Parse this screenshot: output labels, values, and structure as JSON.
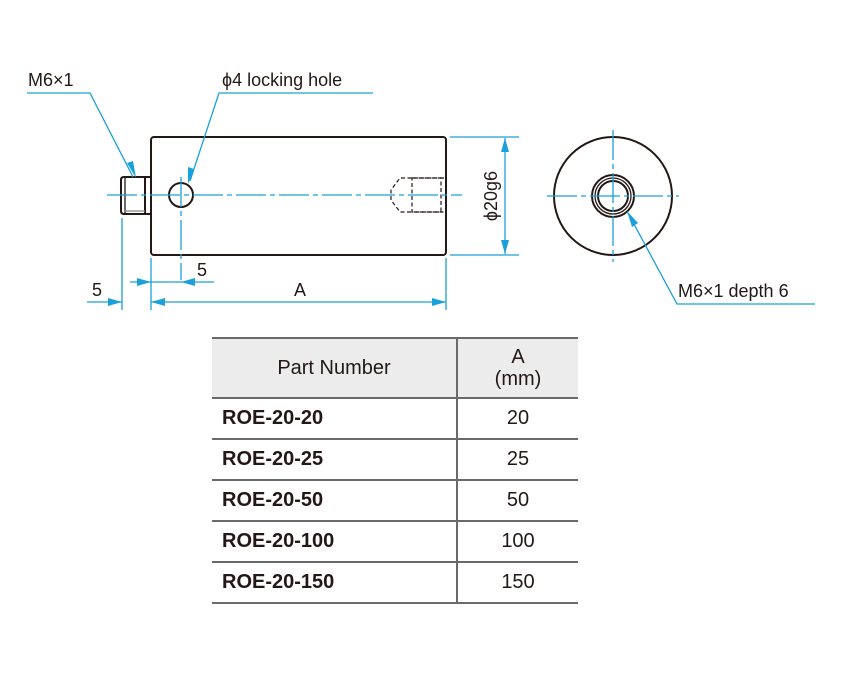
{
  "drawing": {
    "callouts": {
      "thread_stud": "M6×1",
      "locking_hole": "ϕ4 locking hole",
      "tapped_hole": "M6×1 depth 6"
    },
    "dimensions": {
      "diameter": "ϕ20g6",
      "stud_length": "5",
      "hole_offset": "5",
      "body_length": "A"
    },
    "colors": {
      "outline": "#231815",
      "dimension": "#1aa0db",
      "table_rule": "#6a6a6a",
      "table_header_bg": "#ececec"
    }
  },
  "table": {
    "headers": {
      "part_number": "Part Number",
      "a_label": "A",
      "a_unit": "(mm)"
    },
    "rows": [
      {
        "part_number": "ROE-20-20",
        "a": "20"
      },
      {
        "part_number": "ROE-20-25",
        "a": "25"
      },
      {
        "part_number": "ROE-20-50",
        "a": "50"
      },
      {
        "part_number": "ROE-20-100",
        "a": "100"
      },
      {
        "part_number": "ROE-20-150",
        "a": "150"
      }
    ]
  }
}
